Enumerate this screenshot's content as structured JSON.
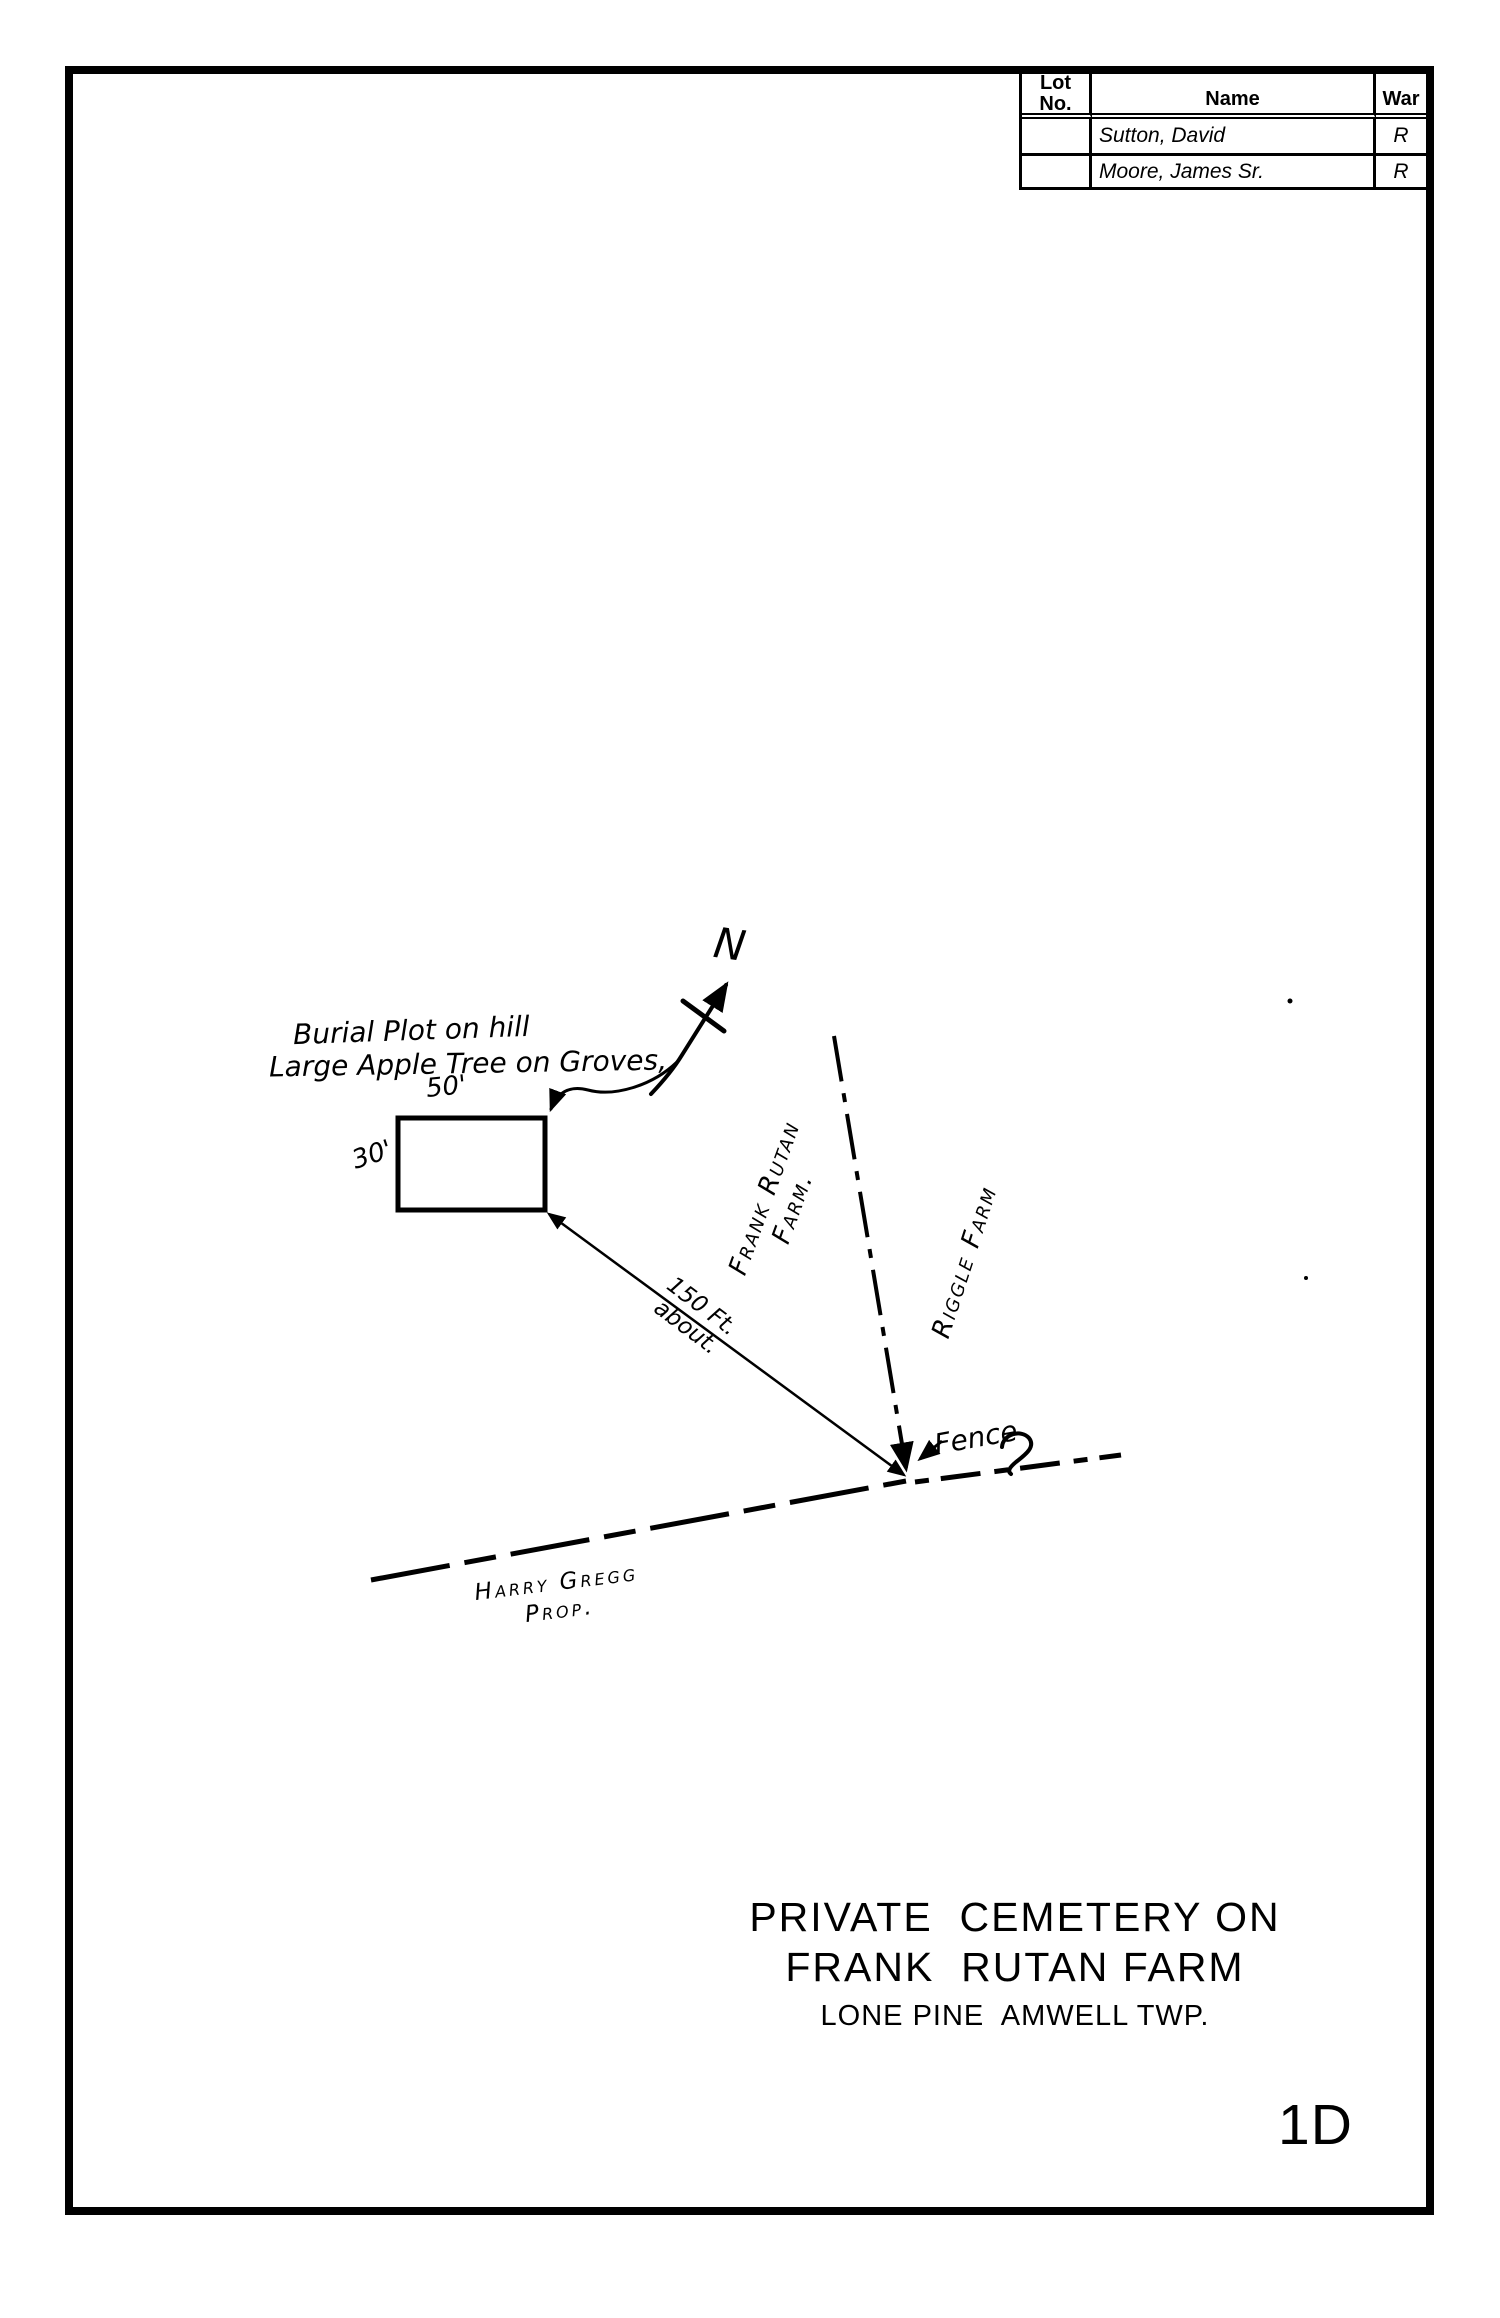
{
  "colors": {
    "ink": "#000000",
    "paper": "#ffffff"
  },
  "table": {
    "header": {
      "lot_line1": "Lot",
      "lot_line2": "No.",
      "name": "Name",
      "war": "War"
    },
    "rows": [
      {
        "lot": "",
        "name": "Sutton, David",
        "war": "R"
      },
      {
        "lot": "",
        "name": "Moore, James Sr.",
        "war": "R"
      }
    ]
  },
  "map": {
    "north_label": "N",
    "note_line1": "Burial Plot on hill",
    "note_line2": "Large Apple Tree on Groves,",
    "plot_width_label": "50'",
    "plot_depth_label": "30'",
    "farm_label_line1": "Frank Rutan",
    "farm_label_line2": "Farm.",
    "riggle_label": "Riggle Farm",
    "distance_line1": "150 Ft.",
    "distance_line2": "about.",
    "fence_label": "Fence",
    "gregg_line1": "Harry Gregg",
    "gregg_line2": "Prop."
  },
  "title": {
    "line1": "PRIVATE  CEMETERY ON",
    "line2": "FRANK  RUTAN FARM",
    "line3": "LONE PINE  AMWELL TWP."
  },
  "page_number": "1D"
}
